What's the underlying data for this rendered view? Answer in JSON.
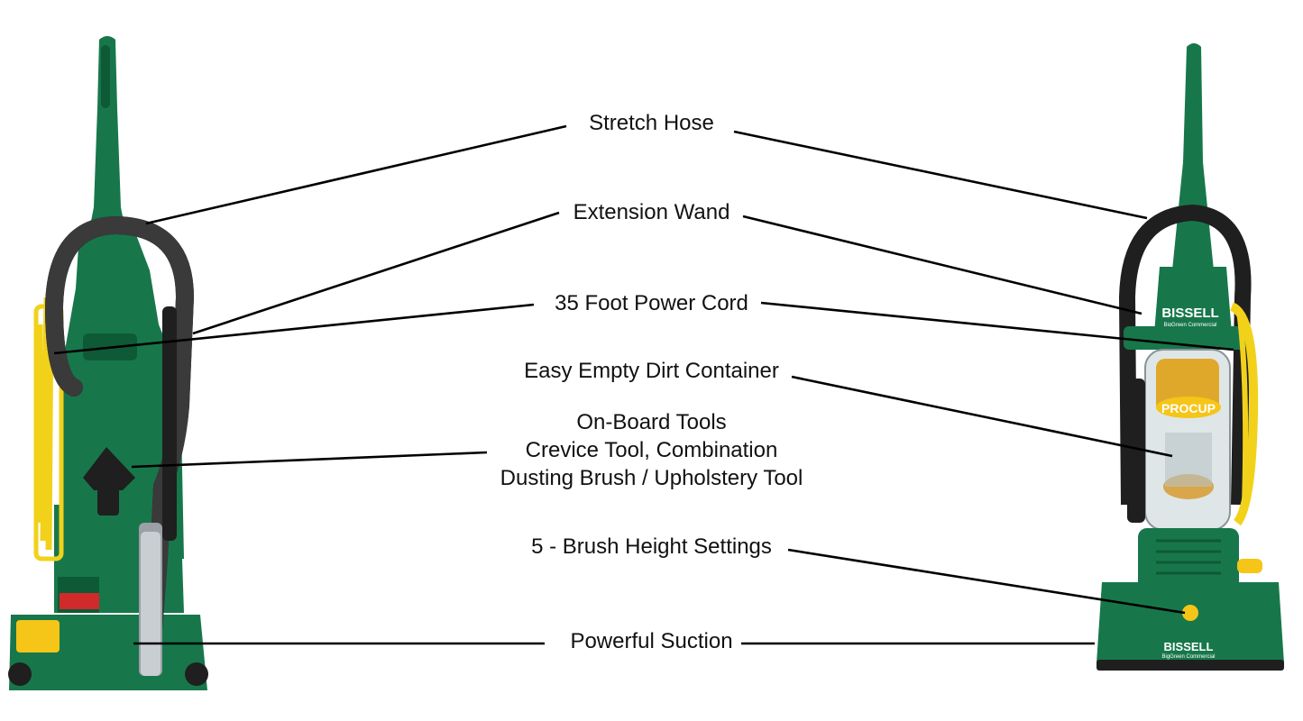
{
  "colors": {
    "body_green": "#17774b",
    "dark_green": "#0e5a36",
    "hose_black": "#1f1f1f",
    "cord_yellow": "#f2d11b",
    "accent_yellow": "#f5c518",
    "cup_amber": "#e0a82a",
    "line": "#000000"
  },
  "labels": {
    "stretch_hose": "Stretch Hose",
    "extension_wand": "Extension Wand",
    "power_cord": "35 Foot Power Cord",
    "dirt_container": "Easy Empty Dirt Container",
    "tools_line1": "On-Board Tools",
    "tools_line2": "Crevice Tool, Combination",
    "tools_line3": "Dusting Brush / Upholstery Tool",
    "brush_height": "5 - Brush Height Settings",
    "suction": "Powerful Suction"
  },
  "product_marks": {
    "brand": "BISSELL",
    "sub_brand": "BigGreen Commercial",
    "cup_label": "PROCUP"
  },
  "icons": [
    "vacuum-rear-view-image",
    "vacuum-front-view-image"
  ]
}
